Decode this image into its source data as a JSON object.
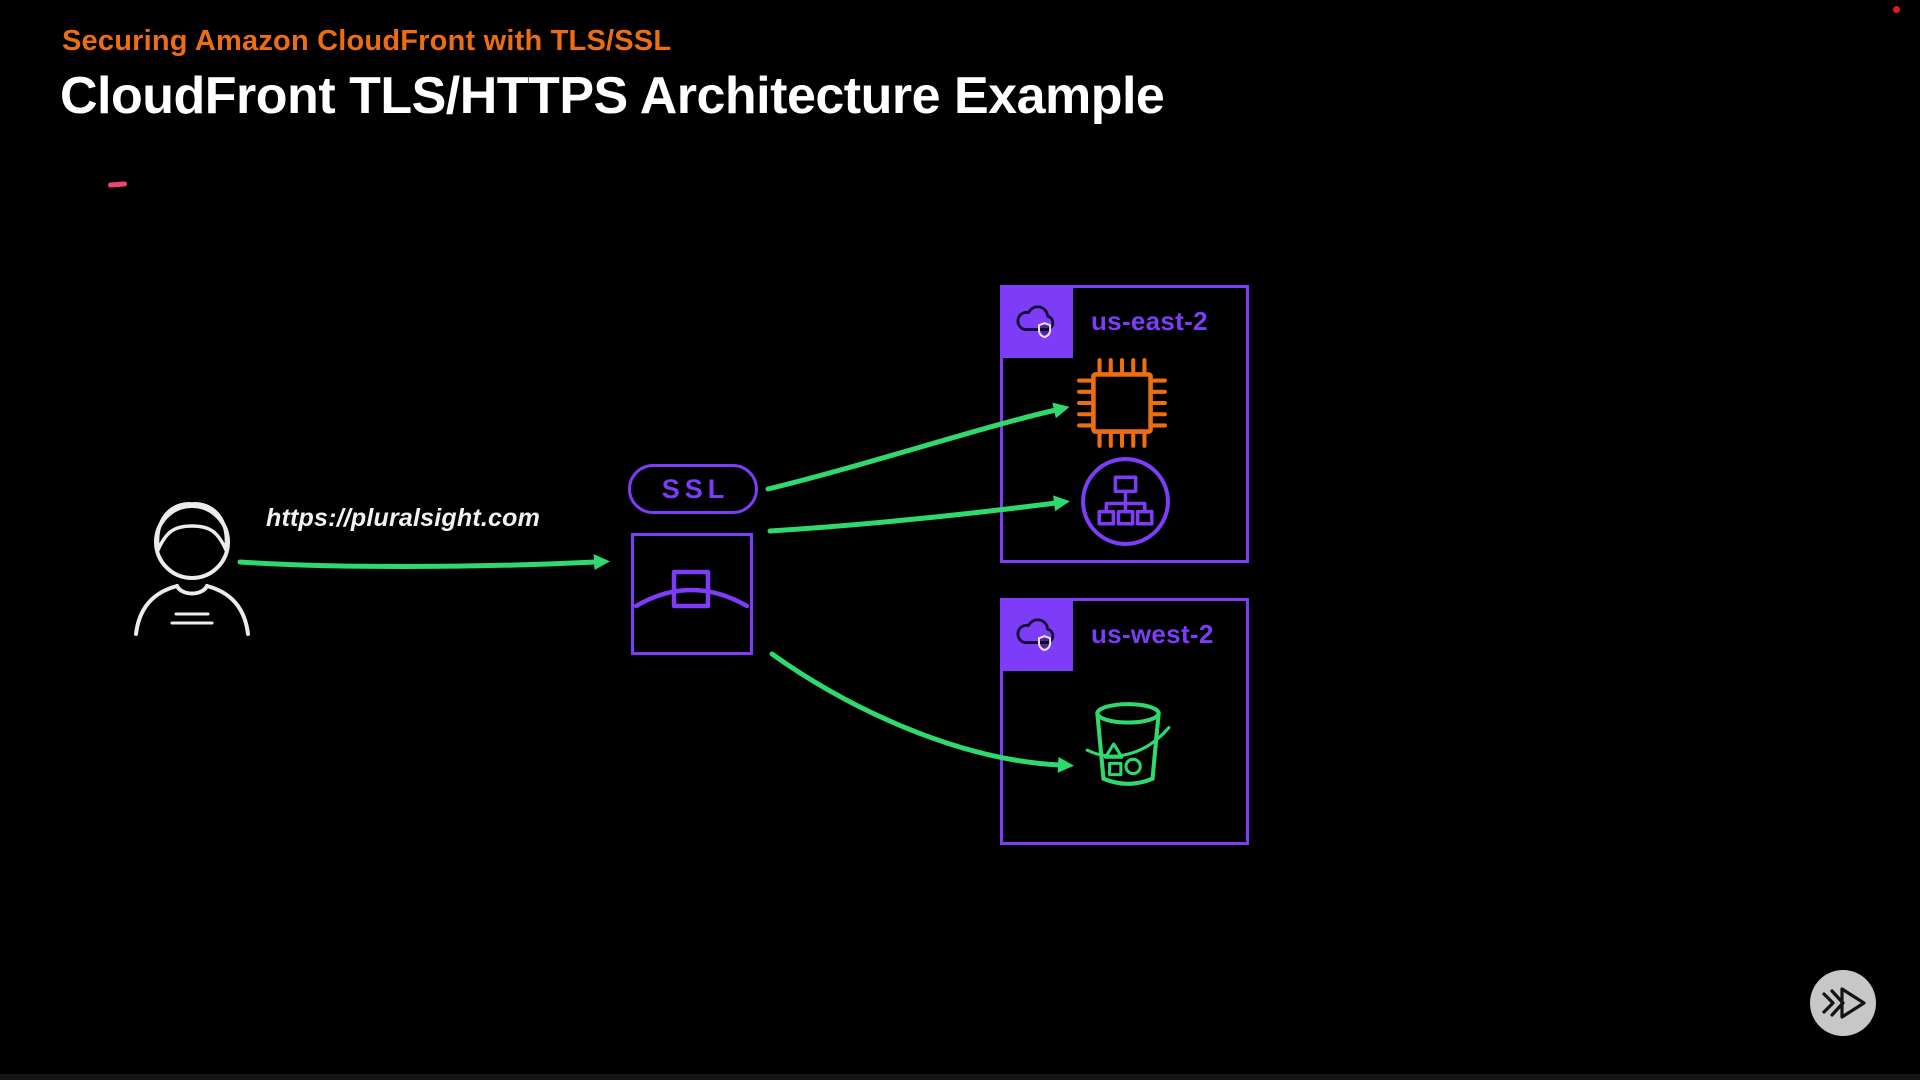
{
  "header": {
    "eyebrow": "Securing Amazon CloudFront with TLS/SSL",
    "title": "CloudFront TLS/HTTPS Architecture Example"
  },
  "client": {
    "url": "https://pluralsight.com"
  },
  "cloudfront": {
    "ssl_label": "SSL"
  },
  "regions": [
    {
      "label": "us-east-2"
    },
    {
      "label": "us-west-2"
    }
  ],
  "icons": {
    "user": "user-icon",
    "ssl": "ssl-badge",
    "cloudfront": "cloudfront-icon",
    "aws_cloud": "aws-cloud-security-icon",
    "ec2": "ec2-instance-icon",
    "subnet": "network-subnet-icon",
    "s3": "s3-bucket-icon",
    "logo": "pluralsight-logo",
    "recording": "record-dot"
  },
  "colors": {
    "orange": "#ED6E12",
    "purple": "#7D3CF8",
    "green": "#2FD96D",
    "pink": "#F0436E",
    "white": "#F2F2F2",
    "gray": "#C7C7C7",
    "red": "#E61919"
  }
}
